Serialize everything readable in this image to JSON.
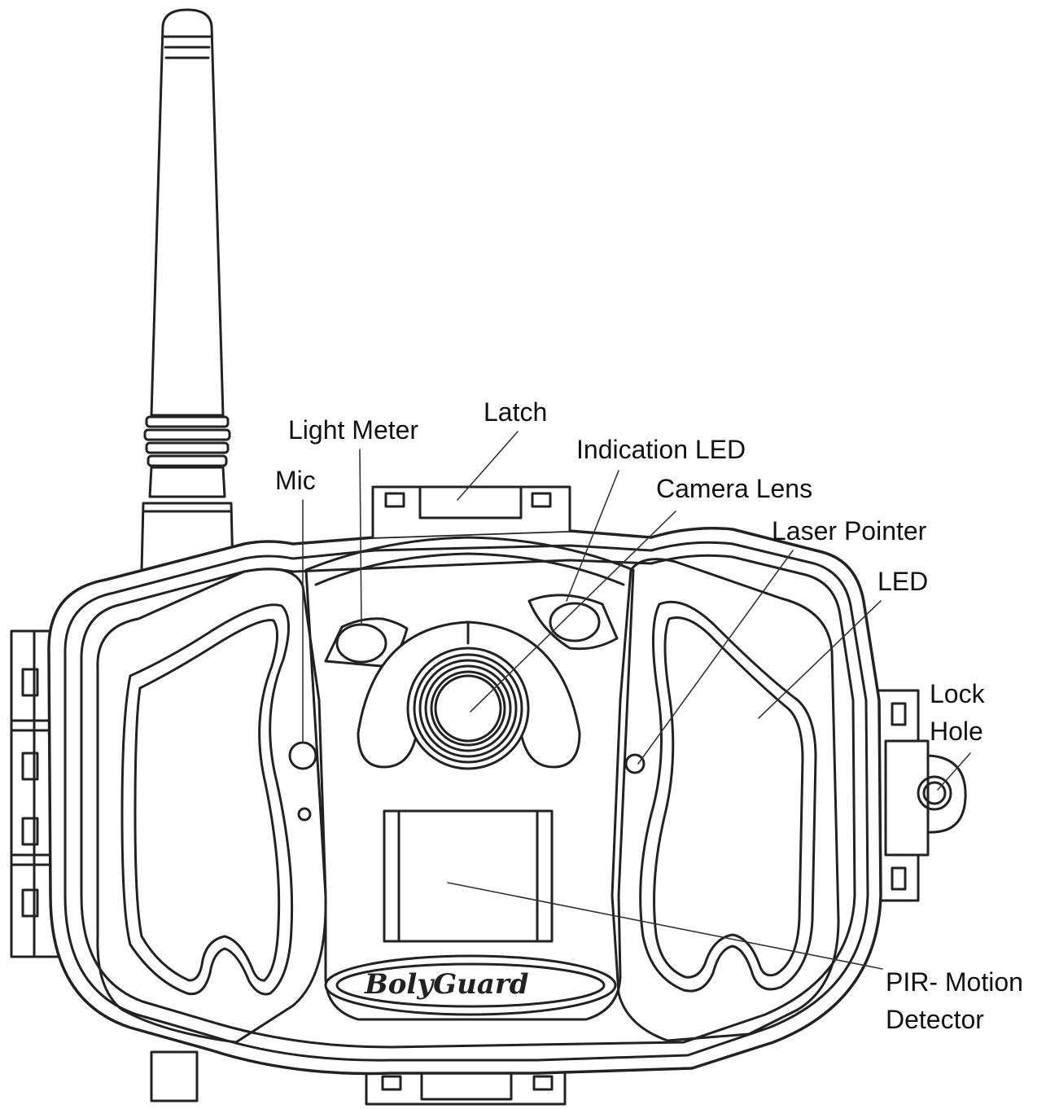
{
  "diagram": {
    "labels": {
      "latch": "Latch",
      "light_meter": "Light Meter",
      "indication_led": "Indication LED",
      "mic": "Mic",
      "camera_lens": "Camera Lens",
      "laser_pointer": "Laser Pointer",
      "led": "LED",
      "lock_hole_line1": "Lock",
      "lock_hole_line2": "Hole",
      "pir_line1": "PIR- Motion",
      "pir_line2": "Detector"
    },
    "logo": "BolyGuard",
    "colors": {
      "stroke": "#222222",
      "background": "#ffffff"
    }
  }
}
